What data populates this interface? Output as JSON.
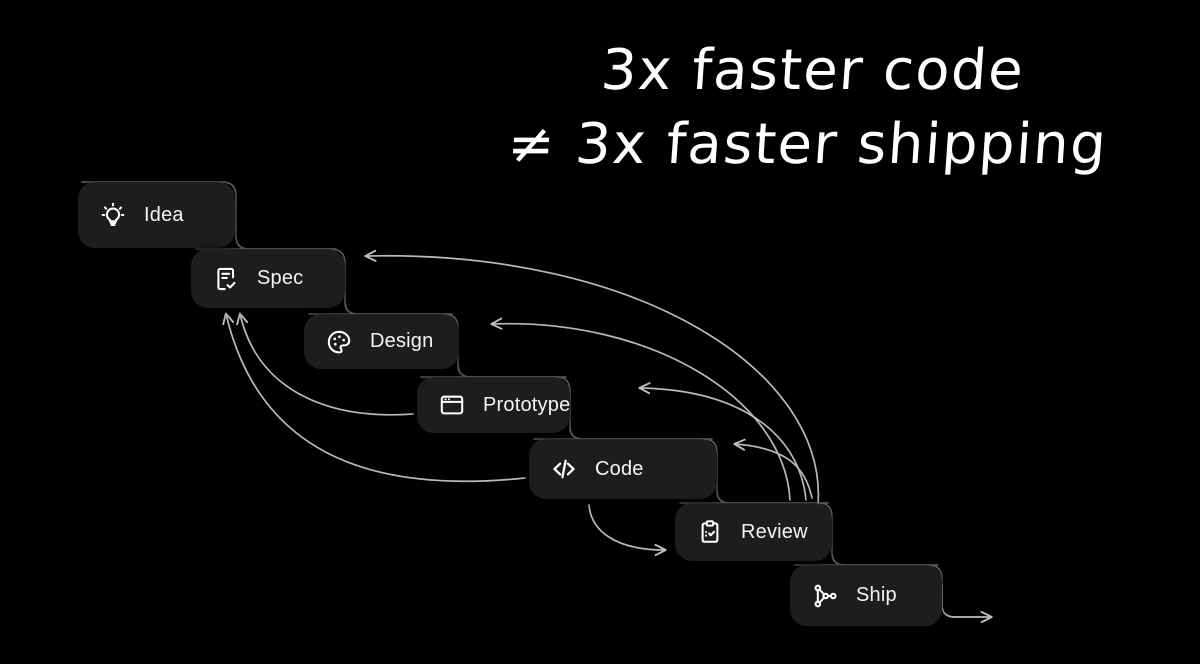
{
  "background_color": "#000000",
  "headline": {
    "line1": "3x faster code",
    "line2": "≠ 3x faster shipping",
    "color": "#ffffff"
  },
  "diagram": {
    "card_color": "#1d1d1d",
    "label_color": "#f4f4f4",
    "edge_color": "#b9b9b9",
    "connector_color": "#7a7a7a",
    "nodes": [
      {
        "id": "idea",
        "label": "Idea",
        "icon": "lightbulb-icon"
      },
      {
        "id": "spec",
        "label": "Spec",
        "icon": "document-check-icon"
      },
      {
        "id": "design",
        "label": "Design",
        "icon": "palette-icon"
      },
      {
        "id": "prototype",
        "label": "Prototype",
        "icon": "browser-window-icon"
      },
      {
        "id": "code",
        "label": "Code",
        "icon": "code-brackets-icon"
      },
      {
        "id": "review",
        "label": "Review",
        "icon": "clipboard-check-icon"
      },
      {
        "id": "ship",
        "label": "Ship",
        "icon": "git-network-icon"
      }
    ],
    "feedback_edges": [
      {
        "from": "review",
        "to": "spec"
      },
      {
        "from": "review",
        "to": "design"
      },
      {
        "from": "review",
        "to": "prototype"
      },
      {
        "from": "review",
        "to": "code"
      },
      {
        "from": "prototype",
        "to": "spec"
      },
      {
        "from": "code",
        "to": "spec"
      }
    ],
    "forward_edges": [
      {
        "from": "code",
        "to": "review"
      },
      {
        "from": "ship",
        "to": "out"
      }
    ]
  }
}
